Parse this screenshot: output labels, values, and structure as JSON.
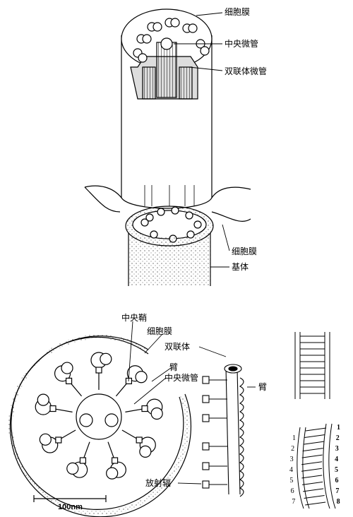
{
  "labels": {
    "top_cell_membrane": "细胞膜",
    "top_central_microtubule": "中央微管",
    "top_doublet_microtubule": "双联体微管",
    "mid_cell_membrane": "细胞膜",
    "basal_body": "基体",
    "central_sheath": "中央鞘",
    "cs_cell_membrane": "细胞膜",
    "cs_doublet": "双联体",
    "cs_arm": "臂",
    "cs_central_microtubule": "中央微管",
    "side_arm": "臂",
    "radial_spoke": "放射辐",
    "scale_bar": "100nm"
  },
  "left_numbers": [
    "1",
    "2",
    "3",
    "4",
    "5",
    "6",
    "7"
  ],
  "right_numbers": [
    "1",
    "2",
    "3",
    "4",
    "5",
    "6",
    "7",
    "8"
  ]
}
